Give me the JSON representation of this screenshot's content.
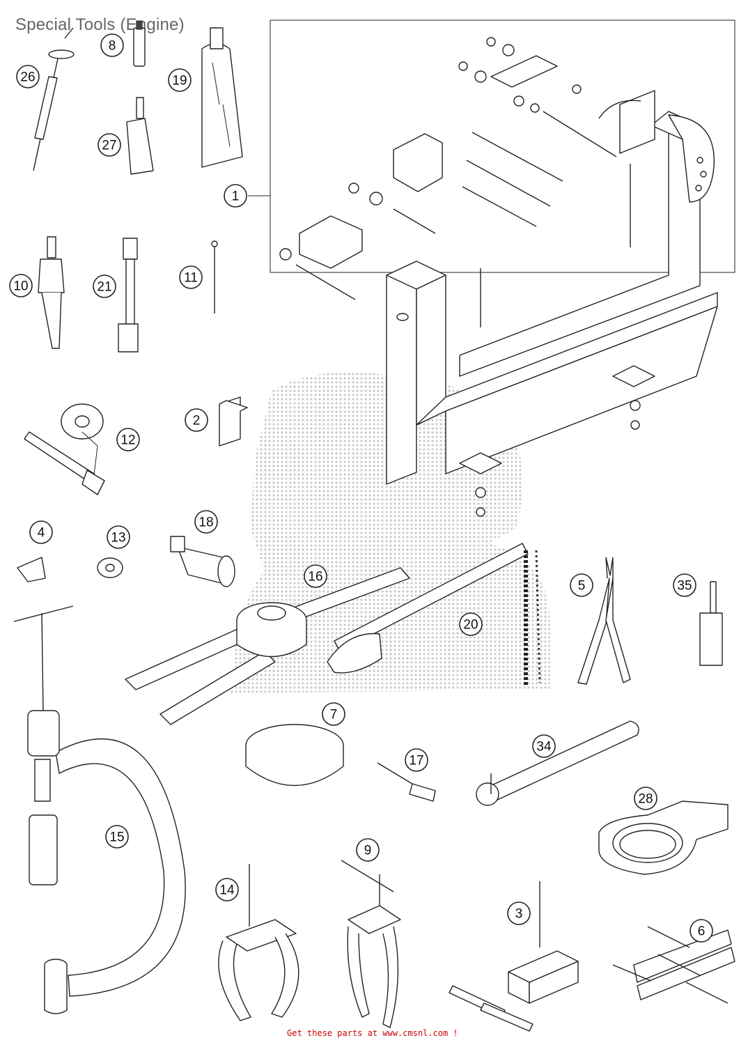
{
  "title": "Special Tools (Engine)",
  "footer": "Get these parts at www.cmsnl.com !",
  "colors": {
    "footer": "#cc0000",
    "title": "#666666",
    "watermark": "#bbbbbb"
  },
  "callouts": [
    "26",
    "8",
    "19",
    "27",
    "1",
    "10",
    "21",
    "11",
    "2",
    "12",
    "4",
    "13",
    "18",
    "16",
    "5",
    "35",
    "20",
    "7",
    "17",
    "34",
    "28",
    "15",
    "14",
    "9",
    "3",
    "6"
  ]
}
